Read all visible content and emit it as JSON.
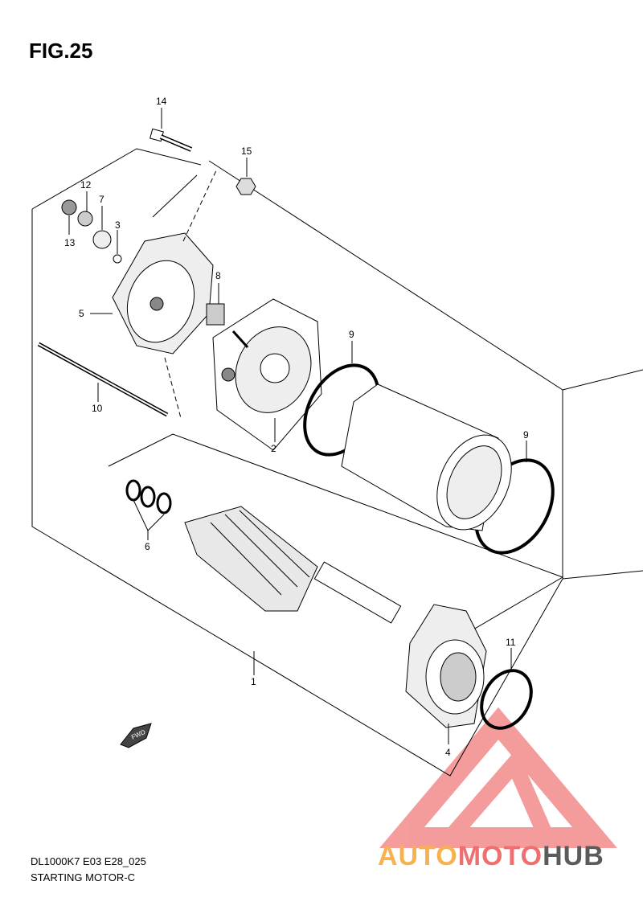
{
  "figure": {
    "title": "FIG.25",
    "model_code": "DL1000K7 E03 E28_025",
    "section_name": "STARTING MOTOR-C"
  },
  "parts": [
    {
      "ref": "1"
    },
    {
      "ref": "2"
    },
    {
      "ref": "3"
    },
    {
      "ref": "4"
    },
    {
      "ref": "5"
    },
    {
      "ref": "6"
    },
    {
      "ref": "7"
    },
    {
      "ref": "8"
    },
    {
      "ref": "9"
    },
    {
      "ref": "9"
    },
    {
      "ref": "10"
    },
    {
      "ref": "11"
    },
    {
      "ref": "12"
    },
    {
      "ref": "13"
    },
    {
      "ref": "14"
    },
    {
      "ref": "15"
    }
  ],
  "fwd_label": "FWD",
  "watermark": {
    "brand_parts": [
      "AUTO",
      "MOTO",
      "HUB"
    ],
    "colors": {
      "auto": "#f6b24e",
      "moto": "#ef6f6f",
      "hub": "#5b5b5b",
      "triangle": "#ee5a5a"
    }
  }
}
